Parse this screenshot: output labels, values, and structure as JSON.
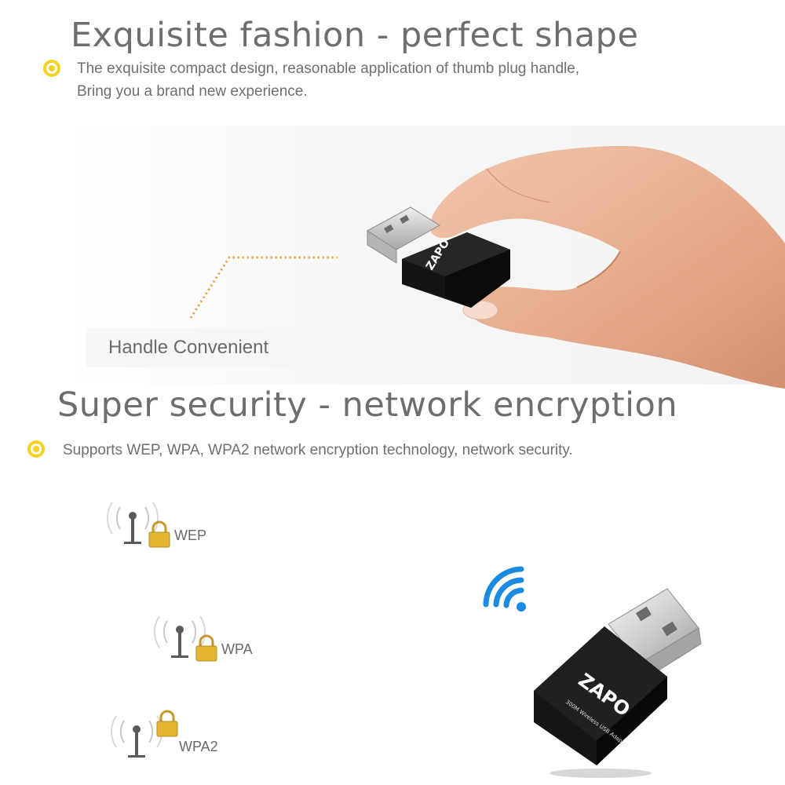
{
  "section1": {
    "title": "Exquisite fashion - perfect shape",
    "description_line1": "The exquisite compact design, reasonable application of thumb plug handle,",
    "description_line2": "Bring you a brand new experience.",
    "callout": "Handle Convenient"
  },
  "section2": {
    "title": "Super security - network encryption",
    "description": "Supports WEP, WPA, WPA2 network encryption technology, network security."
  },
  "encryption_types": [
    "WEP",
    "WPA",
    "WPA2"
  ],
  "product": {
    "brand": "ZAPO",
    "printed_label": "300M Wireless USB Adapter"
  },
  "colors": {
    "bullet": "#f5d223",
    "wifi_signal": "#1a8be0",
    "callout_dots": "#e89a3c",
    "lock": "#e2b532",
    "text": "#6f6f6f"
  },
  "icons": [
    "target-bullet-icon",
    "antenna-signal-icon",
    "padlock-icon",
    "wifi-icon"
  ]
}
